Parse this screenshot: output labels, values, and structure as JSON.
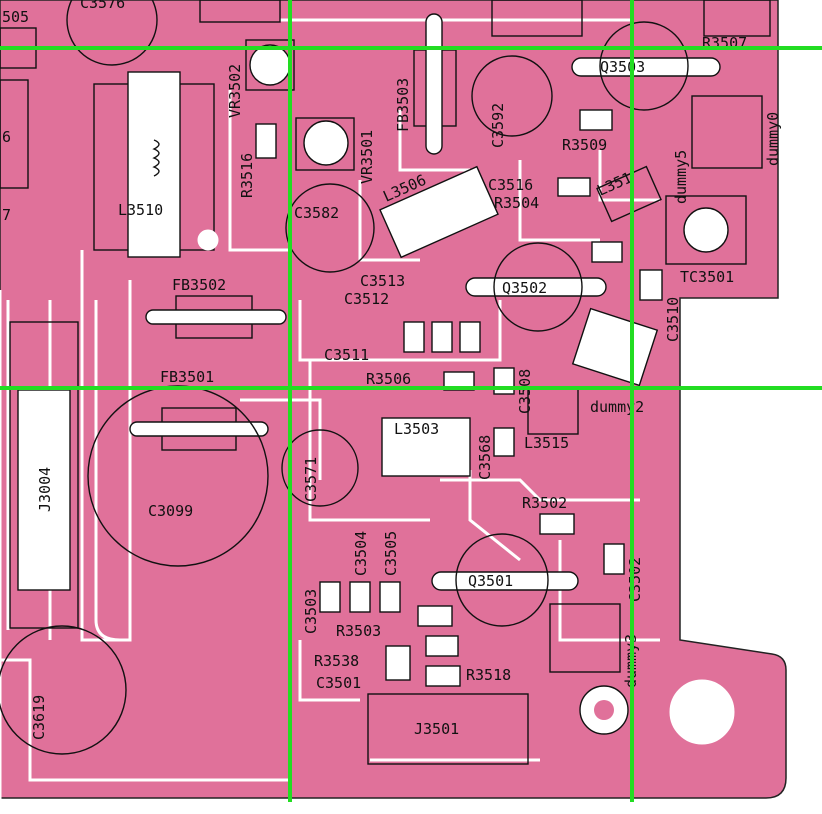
{
  "labels": {
    "c3576": "C3576",
    "r3507": "R3507",
    "c3505_top": "505",
    "vr3502": "VR3502",
    "fb3503": "FB3503",
    "c3592": "C3592",
    "q3503": "Q3503",
    "r3509": "R3509",
    "dummy5": "dummy5",
    "dummy0": "dummy0",
    "r3516": "R3516",
    "vr3501": "VR3501",
    "l3506": "L3506",
    "c3516": "C3516",
    "l3514": "L351",
    "r3504": "R3504",
    "l3510": "L3510",
    "c3582": "C3582",
    "tc3501": "TC3501",
    "c3513": "C3513",
    "c3512": "C3512",
    "q3502": "Q3502",
    "c3510": "C3510",
    "fb3502": "FB3502",
    "c3511": "C3511",
    "c3508": "C3508",
    "r3506": "R3506",
    "dummy2": "dummy2",
    "fb3501": "FB3501",
    "l3503": "L3503",
    "c3568": "C3568",
    "l3515": "L3515",
    "j3004": "J3004",
    "c3571": "C3571",
    "c3099": "C3099",
    "r3502": "R3502",
    "c3504": "C3504",
    "c3505": "C3505",
    "c3503": "C3503",
    "q3501": "Q3501",
    "c3502": "C3502",
    "dummy3": "dummy3",
    "r3503": "R3503",
    "r3538": "R3538",
    "r3518": "R3518",
    "c3501": "C3501",
    "j3501": "J3501",
    "c3619": "C3619",
    "left_6": "6",
    "left_7": "7"
  },
  "colors": {
    "board": "#e0719a",
    "trace": "#ffffff",
    "grid_lines": "#22dd22",
    "outline": "#111111"
  }
}
